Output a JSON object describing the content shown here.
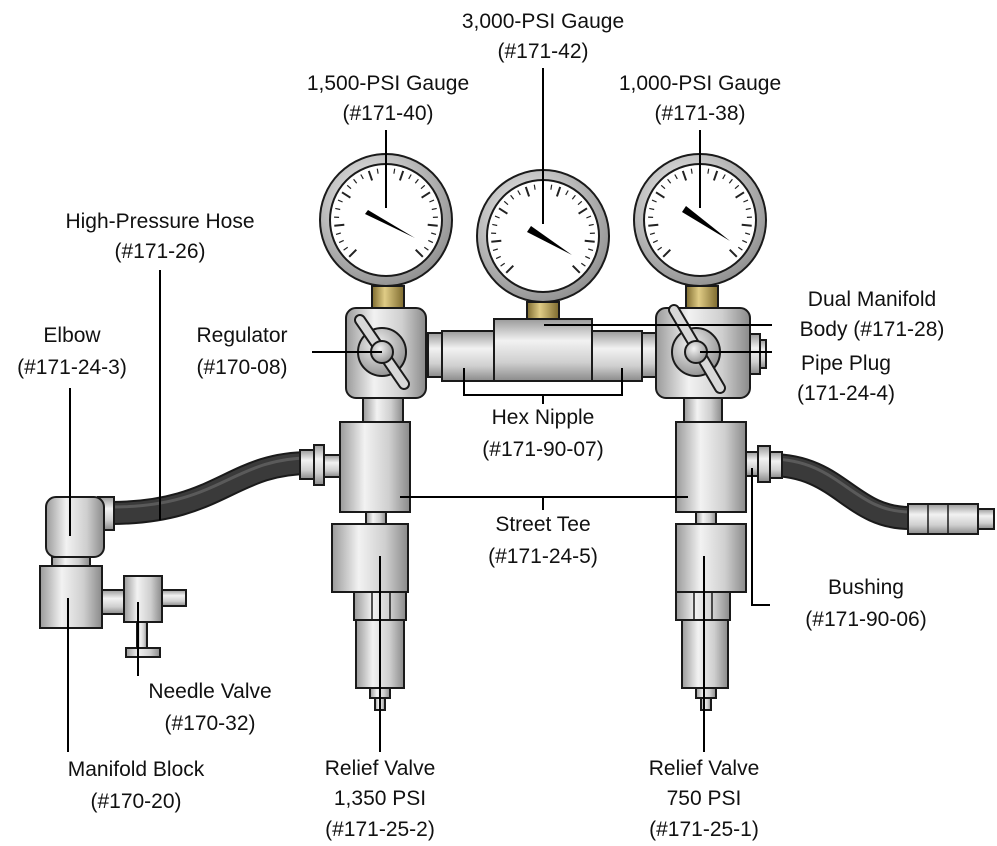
{
  "colors": {
    "steel_light": "#e4e4e4",
    "steel_mid": "#bdbdbd",
    "steel_dark": "#8c8c8c",
    "hose": "#3a3a3a",
    "brass": "#b39a4e",
    "outline": "#1a1a1a",
    "background": "#ffffff"
  },
  "parts": {
    "gauge_3000": {
      "line1": "3,000-PSI Gauge",
      "line2": "(#171-42)"
    },
    "gauge_1500": {
      "line1": "1,500-PSI Gauge",
      "line2": "(#171-40)"
    },
    "gauge_1000": {
      "line1": "1,000-PSI Gauge",
      "line2": "(#171-38)"
    },
    "high_pressure_hose": {
      "line1": "High-Pressure Hose",
      "line2": "(#171-26)"
    },
    "elbow": {
      "line1": "Elbow",
      "line2": "(#171-24-3)"
    },
    "regulator": {
      "line1": "Regulator",
      "line2": "(#170-08)"
    },
    "dual_manifold_body": {
      "line1": "Dual Manifold",
      "line2": "Body (#171-28)"
    },
    "pipe_plug": {
      "line1": "Pipe Plug",
      "line2": "(171-24-4)"
    },
    "hex_nipple": {
      "line1": "Hex Nipple",
      "line2": "(#171-90-07)"
    },
    "street_tee": {
      "line1": "Street Tee",
      "line2": "(#171-24-5)"
    },
    "bushing": {
      "line1": "Bushing",
      "line2": "(#171-90-06)"
    },
    "needle_valve": {
      "line1": "Needle Valve",
      "line2": "(#170-32)"
    },
    "manifold_block": {
      "line1": "Manifold Block",
      "line2": "(#170-20)"
    },
    "relief_valve_1350": {
      "line1": "Relief Valve",
      "line2": "1,350 PSI",
      "line3": "(#171-25-2)"
    },
    "relief_valve_750": {
      "line1": "Relief Valve",
      "line2": "750 PSI",
      "line3": "(#171-25-1)"
    }
  }
}
